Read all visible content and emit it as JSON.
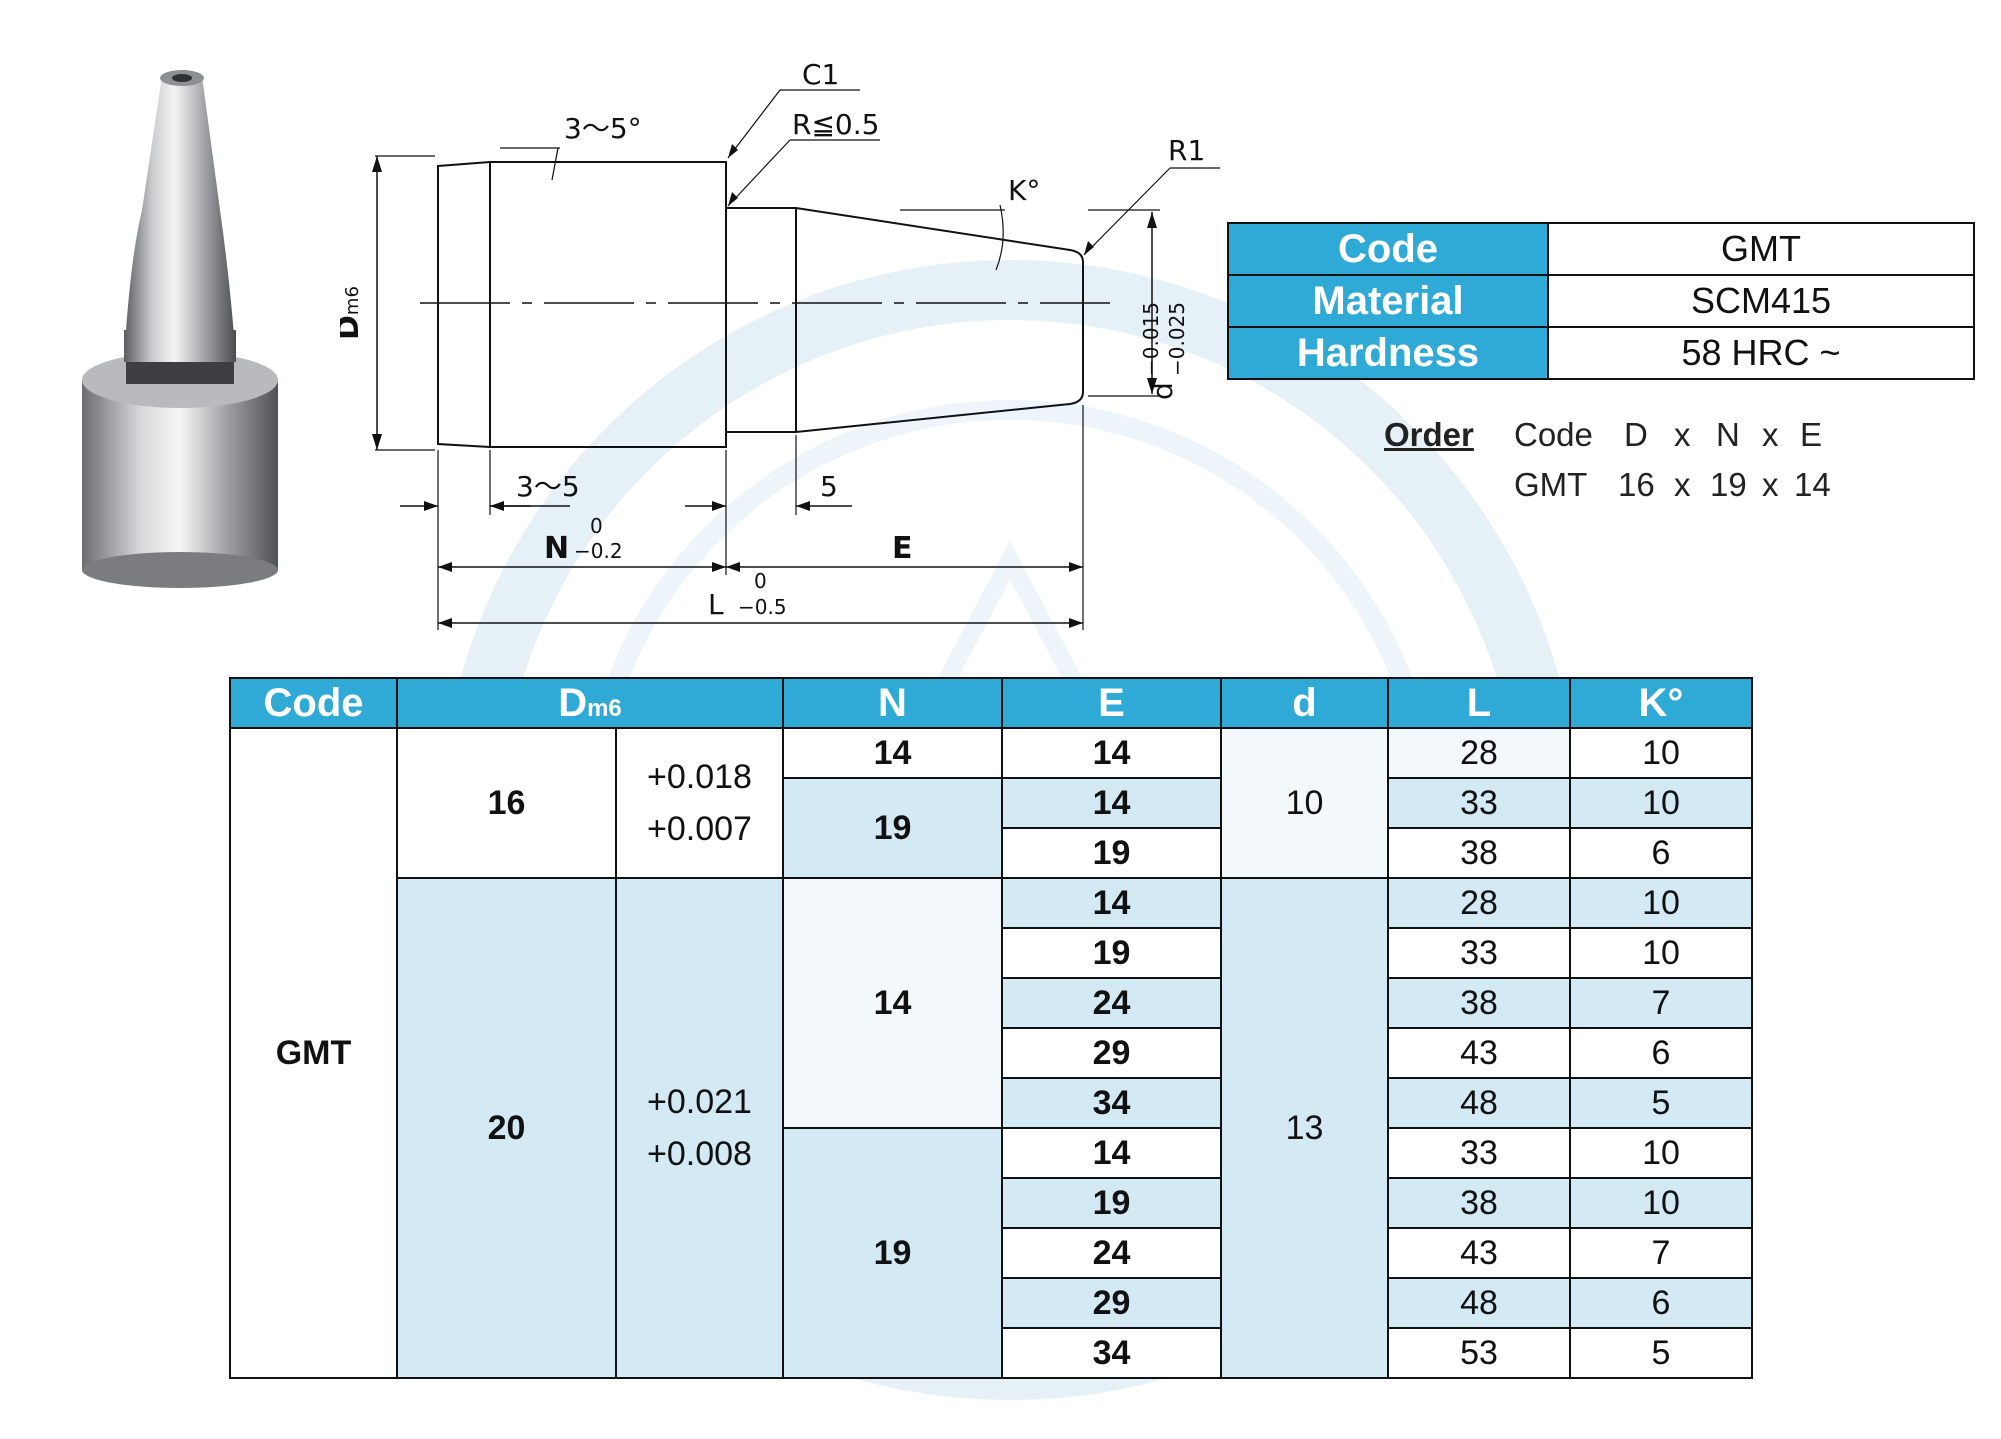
{
  "spec": {
    "rows": [
      {
        "label": "Code",
        "value": "GMT"
      },
      {
        "label": "Material",
        "value": "SCM415"
      },
      {
        "label": "Hardness",
        "value": "58 HRC ~"
      }
    ]
  },
  "order": {
    "label": "Order",
    "header": [
      "Code",
      "D",
      "x",
      "N",
      "x",
      "E"
    ],
    "example": [
      "GMT",
      "16",
      "x",
      "19",
      "x",
      "14"
    ]
  },
  "drawing": {
    "chamfer": "C1",
    "radius_edge": "R≦0.5",
    "taper_angle": "3～5°",
    "tip_radius": "R1",
    "k_angle": "K°",
    "d_label": "d",
    "d_tol_upper": "−0.015",
    "d_tol_lower": "−0.025",
    "D_label": "D",
    "D_sub": "m6",
    "len_35": "3～5",
    "len_5": "5",
    "N_label": "N",
    "N_tol_upper": "0",
    "N_tol_lower": "−0.2",
    "E_label": "E",
    "L_label": "L",
    "L_tol_upper": "0",
    "L_tol_lower": "−0.5"
  },
  "table": {
    "headers": {
      "code": "Code",
      "D": "D",
      "D_sub": "m6",
      "N": "N",
      "E": "E",
      "d": "d",
      "L": "L",
      "K": "K°"
    },
    "code": "GMT",
    "groups": [
      {
        "D": "16",
        "tol_upper": "+0.018",
        "tol_lower": "+0.007",
        "d": "10",
        "N": [
          {
            "N": "14",
            "rows": [
              {
                "E": "14",
                "L": "28",
                "K": "10"
              }
            ]
          },
          {
            "N": "19",
            "rows": [
              {
                "E": "14",
                "L": "33",
                "K": "10"
              },
              {
                "E": "19",
                "L": "38",
                "K": "6"
              }
            ]
          }
        ]
      },
      {
        "D": "20",
        "tol_upper": "+0.021",
        "tol_lower": "+0.008",
        "d": "13",
        "N": [
          {
            "N": "14",
            "rows": [
              {
                "E": "14",
                "L": "28",
                "K": "10"
              },
              {
                "E": "19",
                "L": "33",
                "K": "10"
              },
              {
                "E": "24",
                "L": "38",
                "K": "7"
              },
              {
                "E": "29",
                "L": "43",
                "K": "6"
              },
              {
                "E": "34",
                "L": "48",
                "K": "5"
              }
            ]
          },
          {
            "N": "19",
            "rows": [
              {
                "E": "14",
                "L": "33",
                "K": "10"
              },
              {
                "E": "19",
                "L": "38",
                "K": "10"
              },
              {
                "E": "24",
                "L": "43",
                "K": "7"
              },
              {
                "E": "29",
                "L": "48",
                "K": "6"
              },
              {
                "E": "34",
                "L": "53",
                "K": "5"
              }
            ]
          }
        ]
      }
    ]
  },
  "colors": {
    "accent": "#2fa9d6",
    "light_row": "#d3e9f4",
    "watermark": "#e4eef6"
  }
}
